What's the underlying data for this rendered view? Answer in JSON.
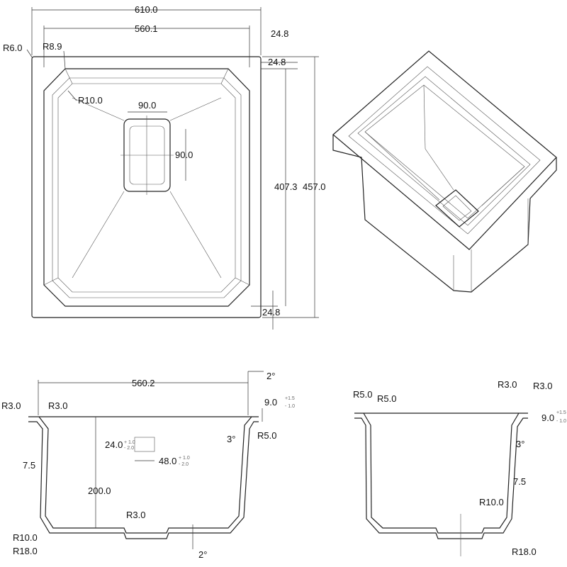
{
  "top_view": {
    "overall_width": "610.0",
    "inner_width": "560.1",
    "flange_right": "24.8",
    "flange_top": "24.8",
    "flange_bottom": "24.8",
    "corner_radius_outer": "R6.0",
    "corner_radius_inner": "R8.9",
    "bowl_radius": "R10.0",
    "drain_width": "90.0",
    "drain_height": "90.0",
    "inner_depth": "407.3",
    "overall_depth": "457.0"
  },
  "section_left": {
    "draft_top": "2°",
    "width": "560.2",
    "radius_left_outer": "R3.0",
    "radius_left_inner": "R3.0",
    "flange_thickness": "9.0",
    "flange_tol_plus": "+1.5",
    "flange_tol_minus": "- 1.0",
    "radius_right": "R5.0",
    "wall_angle": "3°",
    "drain_h": "24.0",
    "drain_h_tol_plus": "+ 1.0",
    "drain_h_tol_minus": "- 2.0",
    "drain_w": "48.0",
    "drain_w_tol_plus": "+ 1.0",
    "drain_w_tol_minus": "- 2.0",
    "wall_thickness": "7.5",
    "depth": "200.0",
    "radius_drain": "R3.0",
    "radius_bottom_inner": "R10.0",
    "radius_bottom_outer": "R18.0",
    "draft_bottom": "2°"
  },
  "section_right": {
    "radius_left_1": "R5.0",
    "radius_left_2": "R5.0",
    "radius_right_1": "R3.0",
    "radius_right_2": "R3.0",
    "flange_thickness": "9.0",
    "flange_tol_plus": "+1.5",
    "flange_tol_minus": "- 1.0",
    "wall_angle": "3°",
    "wall_thickness": "7.5",
    "radius_bottom_inner": "R10.0",
    "radius_bottom_outer": "R18.0"
  }
}
